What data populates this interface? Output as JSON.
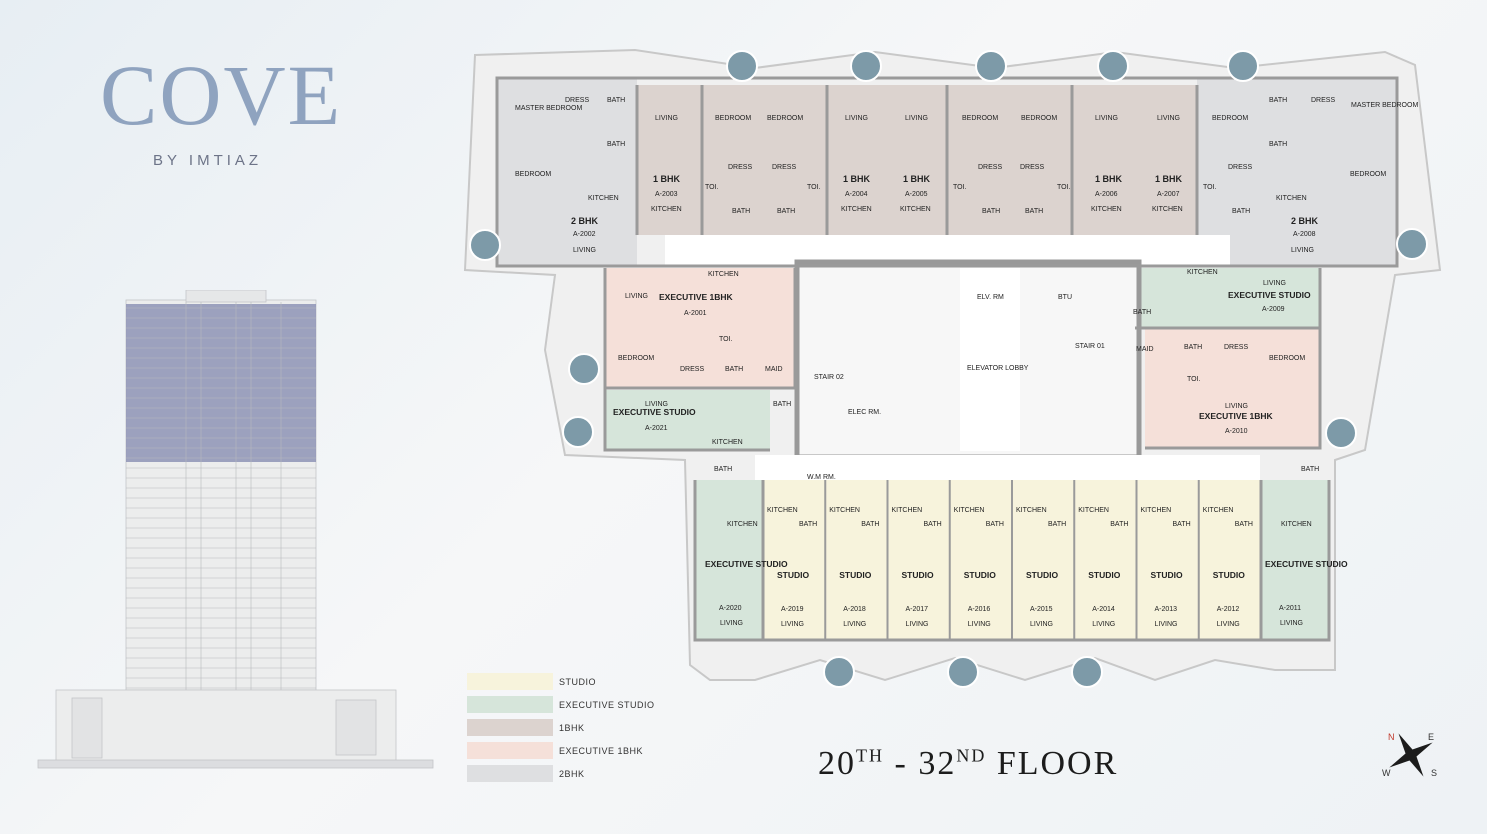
{
  "brand": {
    "name": "COVE",
    "tagline": "BY IMTIAZ"
  },
  "floor": {
    "num1": "20",
    "sup1": "TH",
    "dash": "-",
    "num2": "32",
    "sup2": "ND",
    "word": "FLOOR"
  },
  "compass": {
    "n": "N",
    "e": "E",
    "s": "S",
    "w": "W"
  },
  "colors": {
    "studio": "#f7f3dc",
    "executive_studio": "#d6e5da",
    "one_bhk": "#dcd3cf",
    "executive_1bhk": "#f5e0d9",
    "two_bhk": "#dedfe1",
    "core": "#f2f2f2",
    "wall": "#9a9a9a",
    "tower_highlight": "#8e93b5"
  },
  "legend": [
    {
      "key": "studio",
      "label": "STUDIO"
    },
    {
      "key": "executive_studio",
      "label": "EXECUTIVE STUDIO"
    },
    {
      "key": "one_bhk",
      "label": "1BHK"
    },
    {
      "key": "executive_1bhk",
      "label": "EXECUTIVE 1BHK"
    },
    {
      "key": "two_bhk",
      "label": "2BHK"
    }
  ],
  "units": {
    "a2002": {
      "type": "2 BHK",
      "id": "A-2002",
      "rooms": [
        "MASTER BEDROOM",
        "DRESS",
        "BATH",
        "BATH",
        "BEDROOM",
        "KITCHEN",
        "LIVING"
      ]
    },
    "a2003": {
      "type": "1 BHK",
      "id": "A-2003",
      "rooms": [
        "LIVING",
        "KITCHEN",
        "TOI.",
        "BEDROOM",
        "DRESS",
        "BATH"
      ]
    },
    "a2004": {
      "type": "1 BHK",
      "id": "A-2004",
      "rooms": [
        "BEDROOM",
        "DRESS",
        "BATH",
        "TOI.",
        "LIVING",
        "KITCHEN"
      ]
    },
    "a2005": {
      "type": "1 BHK",
      "id": "A-2005",
      "rooms": [
        "LIVING",
        "KITCHEN",
        "TOI.",
        "BEDROOM",
        "DRESS",
        "BATH"
      ]
    },
    "a2006": {
      "type": "1 BHK",
      "id": "A-2006",
      "rooms": [
        "BEDROOM",
        "DRESS",
        "BATH",
        "TOI.",
        "LIVING",
        "KITCHEN"
      ]
    },
    "a2007": {
      "type": "1 BHK",
      "id": "A-2007",
      "rooms": [
        "LIVING",
        "KITCHEN",
        "TOI.",
        "BEDROOM",
        "DRESS",
        "BATH"
      ]
    },
    "a2008": {
      "type": "2 BHK",
      "id": "A-2008",
      "rooms": [
        "BATH",
        "DRESS",
        "MASTER BEDROOM",
        "BATH",
        "BEDROOM",
        "KITCHEN",
        "LIVING"
      ]
    },
    "a2001": {
      "type": "EXECUTIVE 1BHK",
      "id": "A-2001",
      "rooms": [
        "KITCHEN",
        "LIVING",
        "TOI.",
        "BEDROOM",
        "DRESS",
        "BATH",
        "MAID"
      ]
    },
    "a2021": {
      "type": "EXECUTIVE STUDIO",
      "id": "A-2021",
      "rooms": [
        "LIVING",
        "BATH",
        "KITCHEN"
      ]
    },
    "a2009": {
      "type": "EXECUTIVE STUDIO",
      "id": "A-2009",
      "rooms": [
        "KITCHEN",
        "LIVING",
        "BATH"
      ]
    },
    "a2010": {
      "type": "EXECUTIVE 1BHK",
      "id": "A-2010",
      "rooms": [
        "MAID",
        "BATH",
        "DRESS",
        "BEDROOM",
        "TOI.",
        "LIVING"
      ]
    },
    "a2020": {
      "type": "EXECUTIVE STUDIO",
      "id": "A-2020",
      "rooms": [
        "BATH",
        "KITCHEN",
        "LIVING"
      ]
    },
    "a2011": {
      "type": "EXECUTIVE STUDIO",
      "id": "A-2011",
      "rooms": [
        "BATH",
        "KITCHEN",
        "LIVING"
      ]
    },
    "studios": [
      {
        "type": "STUDIO",
        "id": "A-2019",
        "kitchen": "KITCHEN",
        "bath": "BATH",
        "living": "LIVING"
      },
      {
        "type": "STUDIO",
        "id": "A-2018",
        "kitchen": "KITCHEN",
        "bath": "BATH",
        "living": "LIVING"
      },
      {
        "type": "STUDIO",
        "id": "A-2017",
        "kitchen": "KITCHEN",
        "bath": "BATH",
        "living": "LIVING"
      },
      {
        "type": "STUDIO",
        "id": "A-2016",
        "kitchen": "KITCHEN",
        "bath": "BATH",
        "living": "LIVING"
      },
      {
        "type": "STUDIO",
        "id": "A-2015",
        "kitchen": "KITCHEN",
        "bath": "BATH",
        "living": "LIVING"
      },
      {
        "type": "STUDIO",
        "id": "A-2014",
        "kitchen": "KITCHEN",
        "bath": "BATH",
        "living": "LIVING"
      },
      {
        "type": "STUDIO",
        "id": "A-2013",
        "kitchen": "KITCHEN",
        "bath": "BATH",
        "living": "LIVING"
      },
      {
        "type": "STUDIO",
        "id": "A-2012",
        "kitchen": "KITCHEN",
        "bath": "BATH",
        "living": "LIVING"
      }
    ]
  },
  "core": {
    "elv_rm": "ELV. RM",
    "btu": "BTU",
    "stair_01": "STAIR 01",
    "stair_02": "STAIR 02",
    "elevator_lobby": "ELEVATOR LOBBY",
    "elec_rm": "ELEC RM.",
    "wm_rm": "W.M RM."
  }
}
